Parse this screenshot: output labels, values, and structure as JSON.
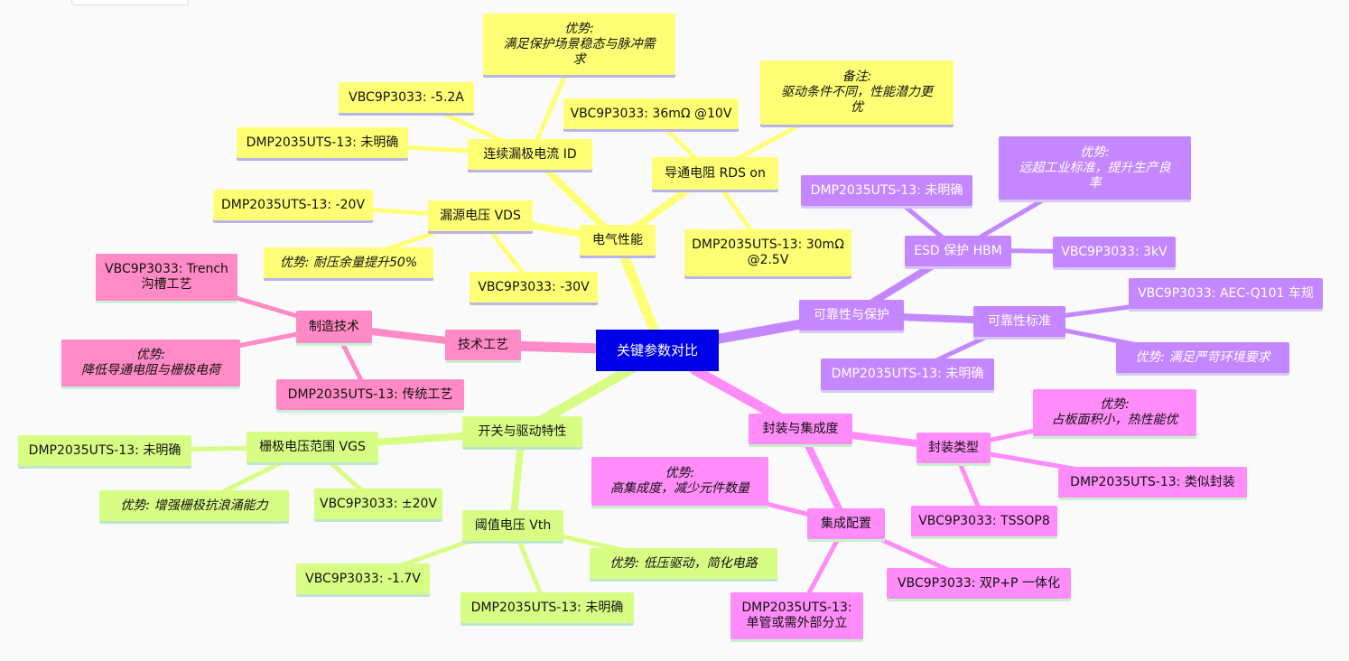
{
  "root": "关键参数对比",
  "branches": {
    "electrical": {
      "label": "电气性能",
      "id_current": {
        "label": "连续漏极电流 ID",
        "vbc": "VBC9P3033: -5.2A",
        "dmp": "DMP2035UTS-13: 未明确",
        "adv": [
          "优势:",
          "满足保护场景稳态与脉冲需",
          "求"
        ]
      },
      "rds_on": {
        "label": "导通电阻 RDS on",
        "vbc": "VBC9P3033: 36mΩ @10V",
        "dmp": [
          "DMP2035UTS-13: 30mΩ",
          "@2.5V"
        ],
        "note": [
          "备注:",
          "驱动条件不同，性能潜力更",
          "优"
        ]
      },
      "vds": {
        "label": "漏源电压 VDS",
        "dmp": "DMP2035UTS-13: -20V",
        "adv": "优势: 耐压余量提升50%",
        "vbc": "VBC9P3033: -30V"
      }
    },
    "reliability": {
      "label": "可靠性与保护",
      "esd": {
        "label": "ESD 保护 HBM",
        "dmp": "DMP2035UTS-13: 未明确",
        "adv": [
          "优势:",
          "远超工业标准，提升生产良",
          "率"
        ],
        "vbc": "VBC9P3033: 3kV"
      },
      "standard": {
        "label": "可靠性标准",
        "vbc": "VBC9P3033: AEC-Q101 车规",
        "adv": "优势: 满足严苛环境要求",
        "dmp": "DMP2035UTS-13: 未明确"
      }
    },
    "process": {
      "label": "技术工艺",
      "manufacturing": {
        "label": "制造技术",
        "vbc": [
          "VBC9P3033: Trench",
          "沟槽工艺"
        ],
        "adv": [
          "优势:",
          "降低导通电阻与栅极电荷"
        ],
        "dmp": "DMP2035UTS-13: 传统工艺"
      }
    },
    "switching": {
      "label": "开关与驱动特性",
      "vgs": {
        "label": "栅极电压范围 VGS",
        "dmp": "DMP2035UTS-13: 未明确",
        "adv": "优势: 增强栅极抗浪涌能力",
        "vbc": "VBC9P3033: ±20V"
      },
      "vth": {
        "label": "阈值电压 Vth",
        "vbc": "VBC9P3033: -1.7V",
        "dmp": "DMP2035UTS-13: 未明确",
        "adv": "优势: 低压驱动，简化电路"
      }
    },
    "package": {
      "label": "封装与集成度",
      "type": {
        "label": "封装类型",
        "adv": [
          "优势:",
          "占板面积小，热性能优"
        ],
        "dmp": "DMP2035UTS-13: 类似封装",
        "vbc": "VBC9P3033: TSSOP8"
      },
      "integration": {
        "label": "集成配置",
        "adv": [
          "优势:",
          "高集成度，减少元件数量"
        ],
        "vbc": "VBC9P3033: 双P+P 一体化",
        "dmp": [
          "DMP2035UTS-13:",
          "单管或需外部分立"
        ]
      }
    }
  },
  "colors": {
    "electrical": "#ffff75",
    "switching": "#d8fd84",
    "process": "#ff8ac5",
    "reliability": "#c487ff",
    "package": "#ff8cf8",
    "root": "#0000e8"
  }
}
